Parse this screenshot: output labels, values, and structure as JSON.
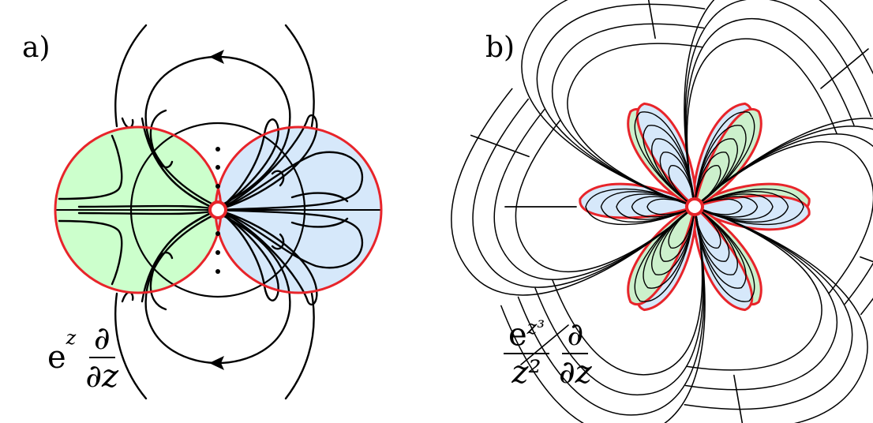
{
  "panel_a": {
    "label": "a)",
    "formula_base": "e",
    "formula_exp": "z",
    "frac_num": "∂",
    "frac_den": "∂z",
    "colors": {
      "left_region": "#ccffcc",
      "right_region": "#d6e8fa",
      "boundary": "#e8242a",
      "lines": "#000000"
    }
  },
  "panel_b": {
    "label": "b)",
    "frac1_num_base": "e",
    "frac1_num_exp": "z³",
    "frac1_den": "z²",
    "frac2_num": "∂",
    "frac2_den": "∂z",
    "colors": {
      "green_petal": "#ccf0cc",
      "blue_petal": "#d6e8fa",
      "boundary": "#e8242a",
      "lines": "#000000"
    }
  }
}
